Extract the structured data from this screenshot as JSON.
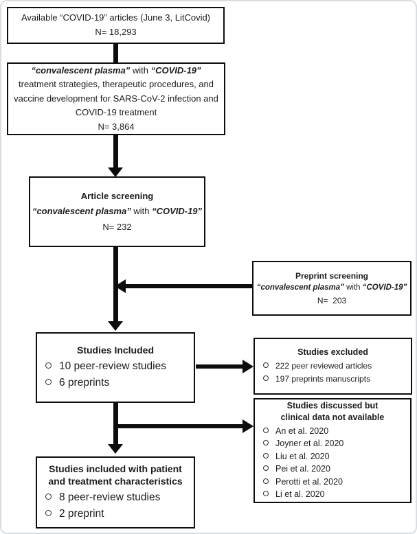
{
  "colors": {
    "box_border": "#0d0d0d",
    "arrow": "#0d0d0d",
    "text": "#1b1b1b",
    "frame_border": "#d8dde1",
    "background": "#ffffff"
  },
  "boxes": {
    "available": {
      "line1": "Available “COVID-19” articles (June 3, LitCovid)",
      "n": "N= 18,293"
    },
    "search": {
      "q1": "“convalescent plasma”",
      "conj": " with ",
      "q2": "“COVID-19”",
      "line2": "treatment strategies, therapeutic procedures, and",
      "line3": "vaccine development for SARS-CoV-2 infection and",
      "line4": "COVID-19 treatment",
      "n": "N= 3,864"
    },
    "article_screening": {
      "title": "Article screening",
      "q1": "“convalescent plasma”",
      "conj": " with ",
      "q2": "“COVID-19”",
      "n": "N= 232"
    },
    "preprint_screening": {
      "title": "Preprint screening",
      "q1": "“convalescent plasma”",
      "conj": " with ",
      "q2": "“COVID-19”",
      "n": "N=  203"
    },
    "included": {
      "title": "Studies Included",
      "items": [
        "10 peer-review studies",
        "6 preprints"
      ]
    },
    "excluded": {
      "title": "Studies excluded",
      "items": [
        "222 peer reviewed articles",
        "197 preprints manuscripts"
      ]
    },
    "discussed": {
      "title_line1": "Studies discussed but",
      "title_line2": "clinical data not available",
      "items": [
        "An et al. 2020",
        "Joyner et al. 2020",
        "Liu et al. 2020",
        "Pei et al. 2020",
        "Perotti et al. 2020",
        "Li et al. 2020"
      ]
    },
    "final": {
      "title_line1": "Studies included with patient",
      "title_line2": "and treatment characteristics",
      "items": [
        "8 peer-review studies",
        "2 preprint"
      ]
    }
  }
}
